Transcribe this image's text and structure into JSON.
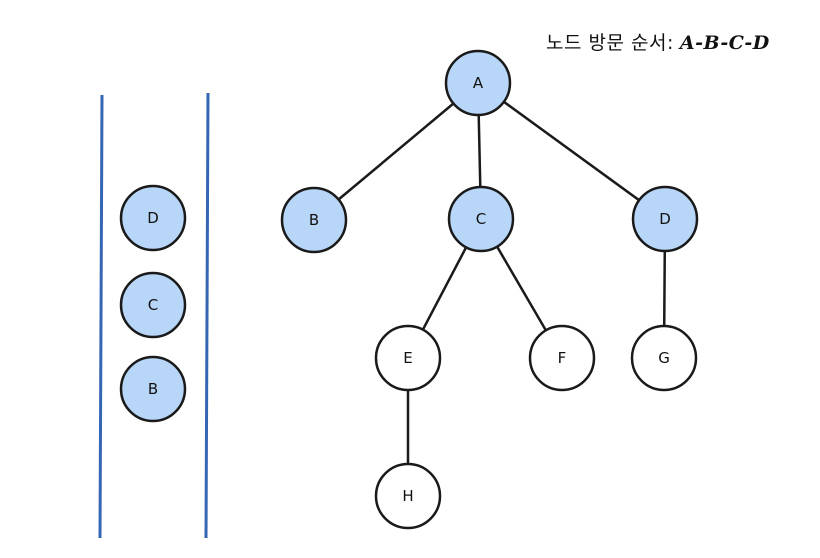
{
  "caption": {
    "label": "노드 방문 순서:",
    "order": "A-B-C-D"
  },
  "colors": {
    "visited_fill": "#b8d6f7",
    "unvisited_fill": "#ffffff",
    "stroke": "#1a1a1a",
    "wall": "#3466b4"
  },
  "queue": [
    "D",
    "C",
    "B"
  ],
  "tree": {
    "nodes": [
      {
        "id": "A",
        "label": "A",
        "visited": true
      },
      {
        "id": "B",
        "label": "B",
        "visited": true
      },
      {
        "id": "C",
        "label": "C",
        "visited": true
      },
      {
        "id": "D",
        "label": "D",
        "visited": true
      },
      {
        "id": "E",
        "label": "E",
        "visited": false
      },
      {
        "id": "F",
        "label": "F",
        "visited": false
      },
      {
        "id": "G",
        "label": "G",
        "visited": false
      },
      {
        "id": "H",
        "label": "H",
        "visited": false
      }
    ],
    "edges": [
      [
        "A",
        "B"
      ],
      [
        "A",
        "C"
      ],
      [
        "A",
        "D"
      ],
      [
        "C",
        "E"
      ],
      [
        "C",
        "F"
      ],
      [
        "D",
        "G"
      ],
      [
        "E",
        "H"
      ]
    ]
  }
}
